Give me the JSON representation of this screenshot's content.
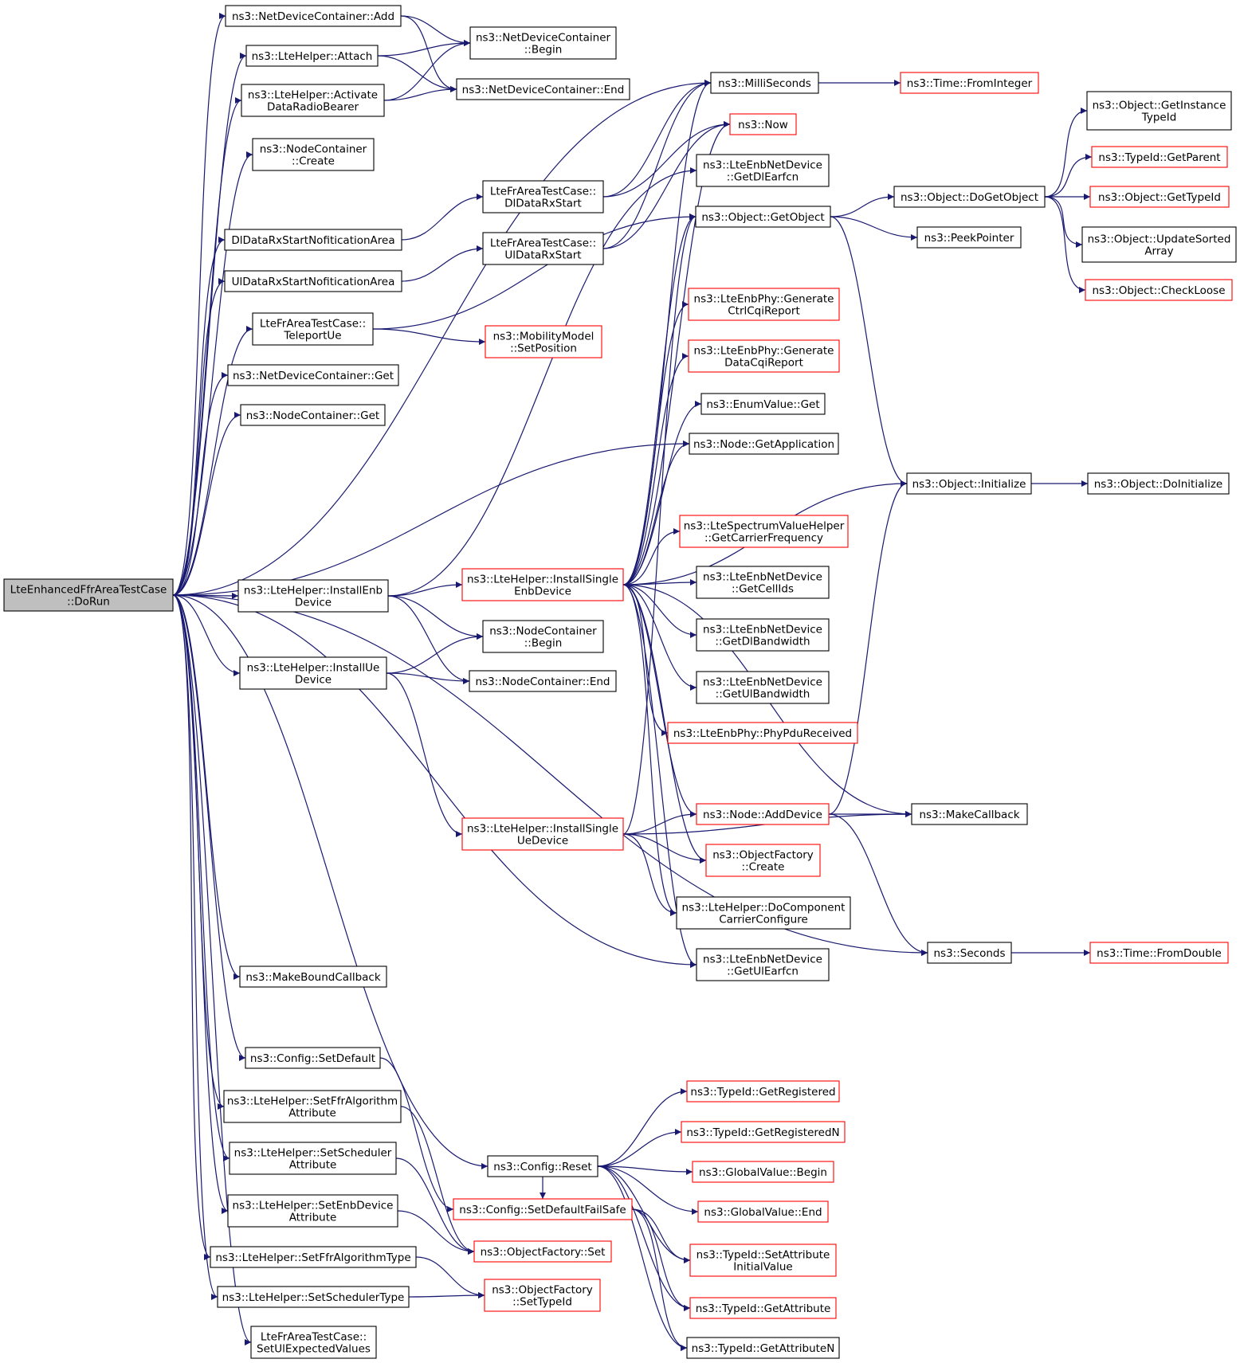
{
  "diagram": {
    "nodes": [
      {
        "id": "root",
        "lines": [
          "LteEnhancedFfrAreaTestCase",
          "::DoRun"
        ],
        "style": "root"
      },
      {
        "id": "ndcAdd",
        "lines": [
          "ns3::NetDeviceContainer::Add"
        ]
      },
      {
        "id": "attach",
        "lines": [
          "ns3::LteHelper::Attach"
        ]
      },
      {
        "id": "activate",
        "lines": [
          "ns3::LteHelper::Activate",
          "DataRadioBearer"
        ]
      },
      {
        "id": "ncCreate",
        "lines": [
          "ns3::NodeContainer",
          "::Create"
        ]
      },
      {
        "id": "dlNotif",
        "lines": [
          "DlDataRxStartNofiticationArea"
        ]
      },
      {
        "id": "ulNotif",
        "lines": [
          "UlDataRxStartNofiticationArea"
        ]
      },
      {
        "id": "teleport",
        "lines": [
          "LteFrAreaTestCase::",
          "TeleportUe"
        ]
      },
      {
        "id": "ndcGet",
        "lines": [
          "ns3::NetDeviceContainer::Get"
        ]
      },
      {
        "id": "ncGet",
        "lines": [
          "ns3::NodeContainer::Get"
        ]
      },
      {
        "id": "instEnb",
        "lines": [
          "ns3::LteHelper::InstallEnb",
          "Device"
        ]
      },
      {
        "id": "instUe",
        "lines": [
          "ns3::LteHelper::InstallUe",
          "Device"
        ]
      },
      {
        "id": "mbc",
        "lines": [
          "ns3::MakeBoundCallback"
        ]
      },
      {
        "id": "cfgSetDef",
        "lines": [
          "ns3::Config::SetDefault"
        ]
      },
      {
        "id": "setFfrAttr",
        "lines": [
          "ns3::LteHelper::SetFfrAlgorithm",
          "Attribute"
        ]
      },
      {
        "id": "setSchedAttr",
        "lines": [
          "ns3::LteHelper::SetScheduler",
          "Attribute"
        ]
      },
      {
        "id": "setEnbAttr",
        "lines": [
          "ns3::LteHelper::SetEnbDevice",
          "Attribute"
        ]
      },
      {
        "id": "setFfrType",
        "lines": [
          "ns3::LteHelper::SetFfrAlgorithmType"
        ]
      },
      {
        "id": "setSchedType",
        "lines": [
          "ns3::LteHelper::SetSchedulerType"
        ]
      },
      {
        "id": "setUlExp",
        "lines": [
          "LteFrAreaTestCase::",
          "SetUlExpectedValues"
        ]
      },
      {
        "id": "ndcBegin",
        "lines": [
          "ns3::NetDeviceContainer",
          "::Begin"
        ]
      },
      {
        "id": "ndcEnd",
        "lines": [
          "ns3::NetDeviceContainer::End"
        ]
      },
      {
        "id": "dlRxStart",
        "lines": [
          "LteFrAreaTestCase::",
          "DlDataRxStart"
        ]
      },
      {
        "id": "ulRxStart",
        "lines": [
          "LteFrAreaTestCase::",
          "UlDataRxStart"
        ]
      },
      {
        "id": "mobSetPos",
        "lines": [
          "ns3::MobilityModel",
          "::SetPosition"
        ],
        "style": "red"
      },
      {
        "id": "instSingleEnb",
        "lines": [
          "ns3::LteHelper::InstallSingle",
          "EnbDevice"
        ],
        "style": "red"
      },
      {
        "id": "ncBegin",
        "lines": [
          "ns3::NodeContainer",
          "::Begin"
        ]
      },
      {
        "id": "ncEnd",
        "lines": [
          "ns3::NodeContainer::End"
        ]
      },
      {
        "id": "instSingleUe",
        "lines": [
          "ns3::LteHelper::InstallSingle",
          "UeDevice"
        ],
        "style": "red"
      },
      {
        "id": "cfgReset",
        "lines": [
          "ns3::Config::Reset"
        ]
      },
      {
        "id": "cfgSetDefFS",
        "lines": [
          "ns3::Config::SetDefaultFailSafe"
        ],
        "style": "red"
      },
      {
        "id": "ofSet",
        "lines": [
          "ns3::ObjectFactory::Set"
        ],
        "style": "red"
      },
      {
        "id": "ofSetType",
        "lines": [
          "ns3::ObjectFactory",
          "::SetTypeId"
        ],
        "style": "red"
      },
      {
        "id": "msec",
        "lines": [
          "ns3::MilliSeconds"
        ]
      },
      {
        "id": "now",
        "lines": [
          "ns3::Now"
        ],
        "style": "red"
      },
      {
        "id": "getDlEarfcn",
        "lines": [
          "ns3::LteEnbNetDevice",
          "::GetDlEarfcn"
        ]
      },
      {
        "id": "getObject",
        "lines": [
          "ns3::Object::GetObject"
        ]
      },
      {
        "id": "genCtrl",
        "lines": [
          "ns3::LteEnbPhy::Generate",
          "CtrlCqiReport"
        ],
        "style": "red"
      },
      {
        "id": "genData",
        "lines": [
          "ns3::LteEnbPhy::Generate",
          "DataCqiReport"
        ],
        "style": "red"
      },
      {
        "id": "enumGet",
        "lines": [
          "ns3::EnumValue::Get"
        ]
      },
      {
        "id": "nodeGetApp",
        "lines": [
          "ns3::Node::GetApplication"
        ]
      },
      {
        "id": "getCarrier",
        "lines": [
          "ns3::LteSpectrumValueHelper",
          "::GetCarrierFrequency"
        ],
        "style": "red"
      },
      {
        "id": "getCellIds",
        "lines": [
          "ns3::LteEnbNetDevice",
          "::GetCellIds"
        ]
      },
      {
        "id": "getDlBw",
        "lines": [
          "ns3::LteEnbNetDevice",
          "::GetDlBandwidth"
        ]
      },
      {
        "id": "getUlBw",
        "lines": [
          "ns3::LteEnbNetDevice",
          "::GetUlBandwidth"
        ]
      },
      {
        "id": "phyPdu",
        "lines": [
          "ns3::LteEnbPhy::PhyPduReceived"
        ],
        "style": "red"
      },
      {
        "id": "nodeAddDev",
        "lines": [
          "ns3::Node::AddDevice"
        ],
        "style": "red"
      },
      {
        "id": "ofCreate",
        "lines": [
          "ns3::ObjectFactory",
          "::Create"
        ],
        "style": "red"
      },
      {
        "id": "doCompCarrier",
        "lines": [
          "ns3::LteHelper::DoComponent",
          "CarrierConfigure"
        ]
      },
      {
        "id": "getUlEarfcn",
        "lines": [
          "ns3::LteEnbNetDevice",
          "::GetUlEarfcn"
        ]
      },
      {
        "id": "tidGetReg",
        "lines": [
          "ns3::TypeId::GetRegistered"
        ],
        "style": "red"
      },
      {
        "id": "tidGetRegN",
        "lines": [
          "ns3::TypeId::GetRegisteredN"
        ],
        "style": "red"
      },
      {
        "id": "gvBegin",
        "lines": [
          "ns3::GlobalValue::Begin"
        ],
        "style": "red"
      },
      {
        "id": "gvEnd",
        "lines": [
          "ns3::GlobalValue::End"
        ],
        "style": "red"
      },
      {
        "id": "tidSetAttr",
        "lines": [
          "ns3::TypeId::SetAttribute",
          "InitialValue"
        ],
        "style": "red"
      },
      {
        "id": "tidGetAttr",
        "lines": [
          "ns3::TypeId::GetAttribute"
        ],
        "style": "red"
      },
      {
        "id": "tidGetAttrN",
        "lines": [
          "ns3::TypeId::GetAttributeN"
        ]
      },
      {
        "id": "timeFromInt",
        "lines": [
          "ns3::Time::FromInteger"
        ],
        "style": "red"
      },
      {
        "id": "doGetObject",
        "lines": [
          "ns3::Object::DoGetObject"
        ]
      },
      {
        "id": "peek",
        "lines": [
          "ns3::PeekPointer"
        ]
      },
      {
        "id": "objInit",
        "lines": [
          "ns3::Object::Initialize"
        ]
      },
      {
        "id": "makeCb",
        "lines": [
          "ns3::MakeCallback"
        ]
      },
      {
        "id": "seconds",
        "lines": [
          "ns3::Seconds"
        ]
      },
      {
        "id": "getInstTid",
        "lines": [
          "ns3::Object::GetInstance",
          "TypeId"
        ]
      },
      {
        "id": "tidGetParent",
        "lines": [
          "ns3::TypeId::GetParent"
        ],
        "style": "red"
      },
      {
        "id": "objGetTid",
        "lines": [
          "ns3::Object::GetTypeId"
        ],
        "style": "red"
      },
      {
        "id": "updSorted",
        "lines": [
          "ns3::Object::UpdateSorted",
          "Array"
        ]
      },
      {
        "id": "checkLoose",
        "lines": [
          "ns3::Object::CheckLoose"
        ],
        "style": "red"
      },
      {
        "id": "doInit",
        "lines": [
          "ns3::Object::DoInitialize"
        ]
      },
      {
        "id": "timeFromDbl",
        "lines": [
          "ns3::Time::FromDouble"
        ],
        "style": "red"
      }
    ]
  }
}
